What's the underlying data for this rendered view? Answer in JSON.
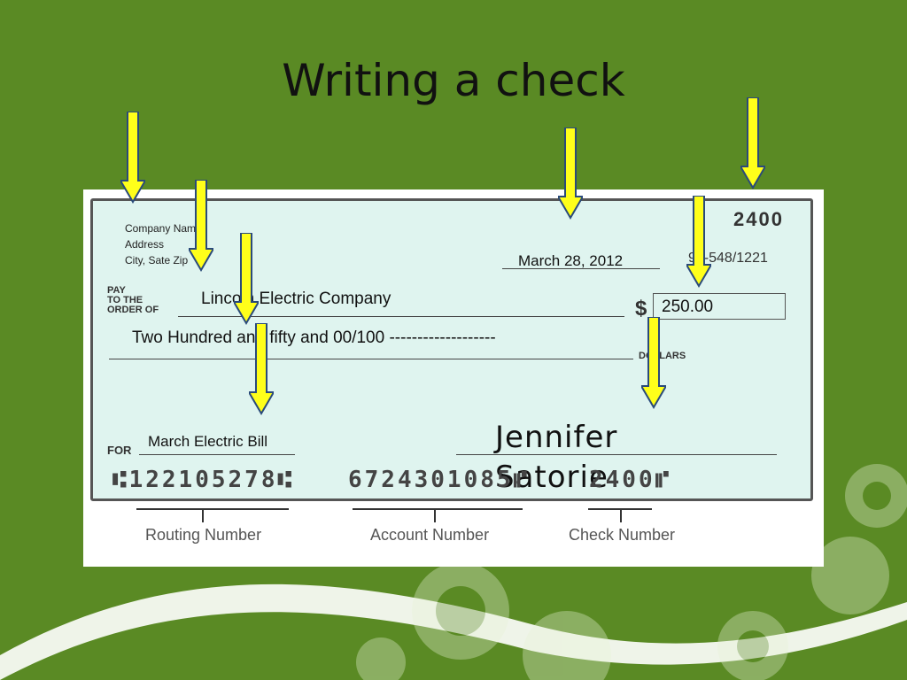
{
  "slide": {
    "title": "Writing a check",
    "background_color": "#5a8a24",
    "arrow_color": "#ffff1a"
  },
  "check": {
    "company_lines": [
      "Company Name",
      "Address",
      "City, Sate Zip"
    ],
    "check_number": "2400",
    "fraction_code": "91-548/1221",
    "date": "March 28, 2012",
    "pay_label": [
      "PAY",
      "TO THE",
      "ORDER OF"
    ],
    "payee": "Lincoln Electric Company",
    "dollar_sign": "$",
    "amount": "250.00",
    "amount_words": "Two Hundred and fifty and 00/100 -------------------",
    "dollars_label": "DOLLARS",
    "for_label": "FOR",
    "memo": "March Electric Bill",
    "signature_line1": "Jennifer",
    "signature_line2": "Satorie",
    "micr_routing": "⑆122105278⑆",
    "micr_account": "6724301085⑈",
    "micr_check": "2400⑈"
  },
  "captions": {
    "routing": "Routing Number",
    "account": "Account Number",
    "check": "Check Number"
  }
}
